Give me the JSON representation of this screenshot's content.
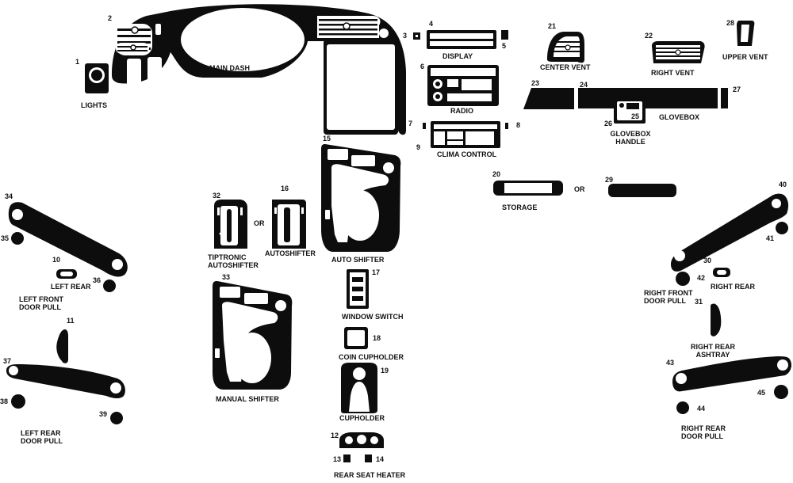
{
  "labels": {
    "main_dash": "MAIN DASH",
    "lights": "LIGHTS",
    "display": "DISPLAY",
    "radio": "RADIO",
    "clima_control": "CLIMA CONTROL",
    "center_vent": "CENTER VENT",
    "right_vent": "RIGHT VENT",
    "upper_vent": "UPPER VENT",
    "glovebox": "GLOVEBOX",
    "glovebox_handle_1": "GLOVEBOX",
    "glovebox_handle_2": "HANDLE",
    "storage": "STORAGE",
    "or_storage": "OR",
    "or_shifter": "OR",
    "auto_shifter": "AUTO SHIFTER",
    "tiptronic_1": "TIPTRONIC",
    "tiptronic_2": "AUTOSHIFTER",
    "autoshifter": "AUTOSHIFTER",
    "manual_shifter": "MANUAL SHIFTER",
    "window_switch": "WINDOW SWITCH",
    "coin_cupholder": "COIN CUPHOLDER",
    "cupholder": "CUPHOLDER",
    "rear_seat_heater": "REAR SEAT HEATER",
    "left_rear": "LEFT REAR",
    "left_front_door_pull_1": "LEFT FRONT",
    "left_front_door_pull_2": "DOOR PULL",
    "left_rear_door_pull_1": "LEFT REAR",
    "left_rear_door_pull_2": "DOOR PULL",
    "right_rear": "RIGHT REAR",
    "right_front_door_pull_1": "RIGHT FRONT",
    "right_front_door_pull_2": "DOOR PULL",
    "right_rear_ashtray_1": "RIGHT REAR",
    "right_rear_ashtray_2": "ASHTRAY",
    "right_rear_door_pull_1": "RIGHT REAR",
    "right_rear_door_pull_2": "DOOR PULL"
  },
  "numbers": {
    "n1": "1",
    "n2": "2",
    "n3": "3",
    "n4": "4",
    "n5": "5",
    "n6": "6",
    "n7": "7",
    "n8": "8",
    "n9": "9",
    "n10": "10",
    "n11": "11",
    "n12": "12",
    "n13": "13",
    "n14": "14",
    "n15": "15",
    "n16": "16",
    "n17": "17",
    "n18": "18",
    "n19": "19",
    "n20": "20",
    "n21": "21",
    "n22": "22",
    "n23": "23",
    "n24": "24",
    "n25": "25",
    "n26": "26",
    "n27": "27",
    "n28": "28",
    "n29": "29",
    "n30": "30",
    "n31": "31",
    "n32": "32",
    "n33": "33",
    "n34": "34",
    "n35": "35",
    "n36": "36",
    "n37": "37",
    "n38": "38",
    "n39": "39",
    "n40": "40",
    "n41": "41",
    "n42": "42",
    "n43": "43",
    "n44": "44",
    "n45": "45"
  },
  "colors": {
    "piece": "#0d0d0d",
    "background": "#ffffff",
    "text": "#111111"
  }
}
